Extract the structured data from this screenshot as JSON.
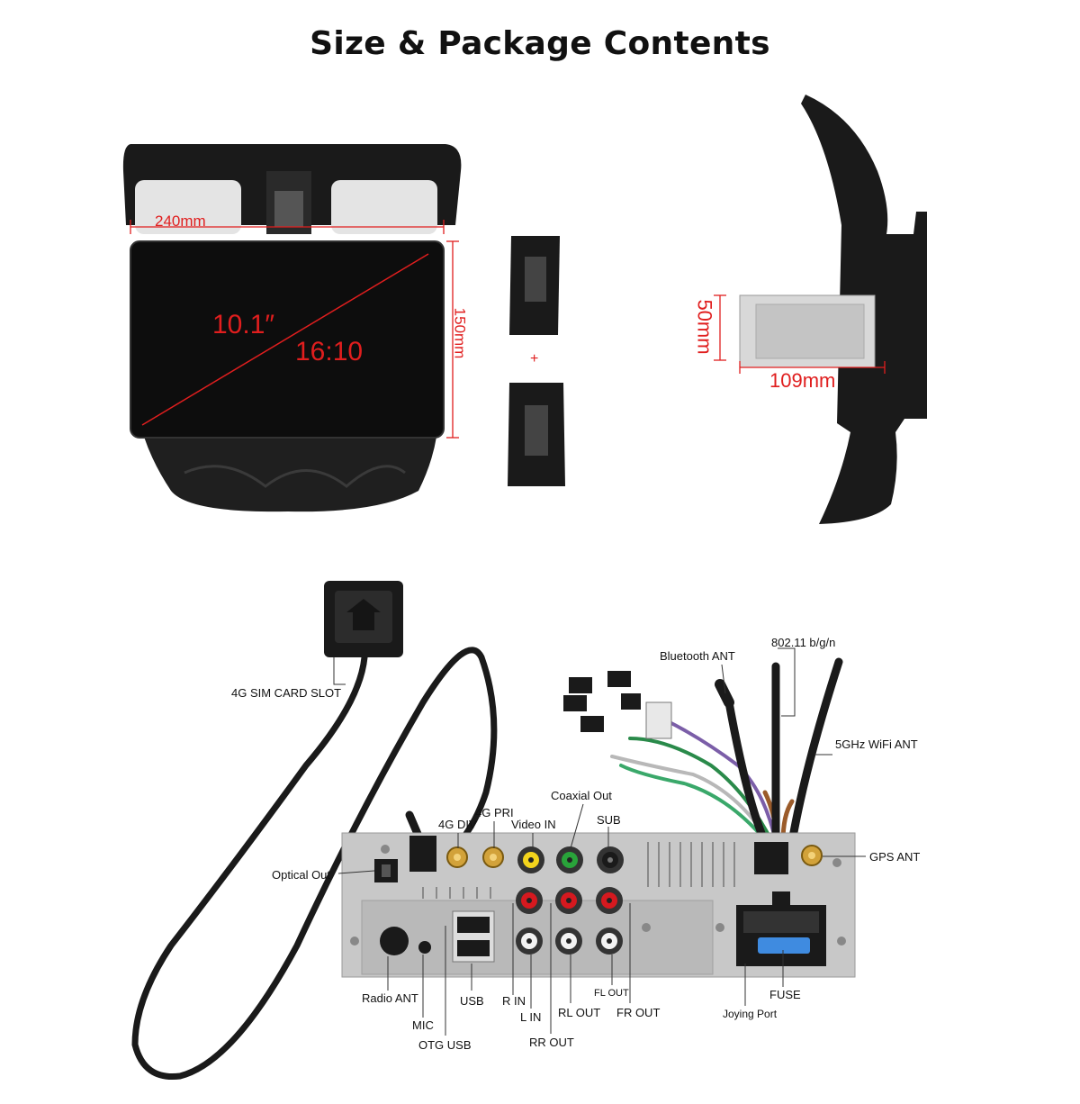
{
  "title": "Size & Package Contents",
  "dimensions": {
    "width": "240mm",
    "height": "150mm",
    "diagonal": "10.1″",
    "ratio": "16:10",
    "depth_height": "50mm",
    "depth": "109mm",
    "plus": "+"
  },
  "ports": {
    "sim_slot": "4G SIM CARD SLOT",
    "optical_out": "Optical Out",
    "g4_div": "4G DIV",
    "g4_pri": "4G PRI",
    "video_in": "Video IN",
    "coaxial_out": "Coaxial Out",
    "sub": "SUB",
    "bluetooth_ant": "Bluetooth ANT",
    "wifi_24": "802.11 b/g/n",
    "wifi_5": "5GHz WiFi ANT",
    "gps_ant": "GPS ANT",
    "radio_ant": "Radio ANT",
    "mic": "MIC",
    "otg_usb": "OTG USB",
    "usb": "USB",
    "r_in": "R IN",
    "l_in": "L IN",
    "rr_out": "RR OUT",
    "rl_out": "RL OUT",
    "fl_out": "FL OUT",
    "fr_out": "FR OUT",
    "fuse": "FUSE",
    "joying_port": "Joying Port"
  },
  "colors": {
    "dimension": "#e01e1e",
    "screen": "#0d0d0d",
    "chassis": "#c8c8c8",
    "rca_yellow": "#f2d31c",
    "rca_green": "#29a33a",
    "rca_red": "#d5191f",
    "rca_white": "#f2f2f2",
    "gold": "#d2a23a",
    "fuse_blue": "#3f8be0"
  }
}
